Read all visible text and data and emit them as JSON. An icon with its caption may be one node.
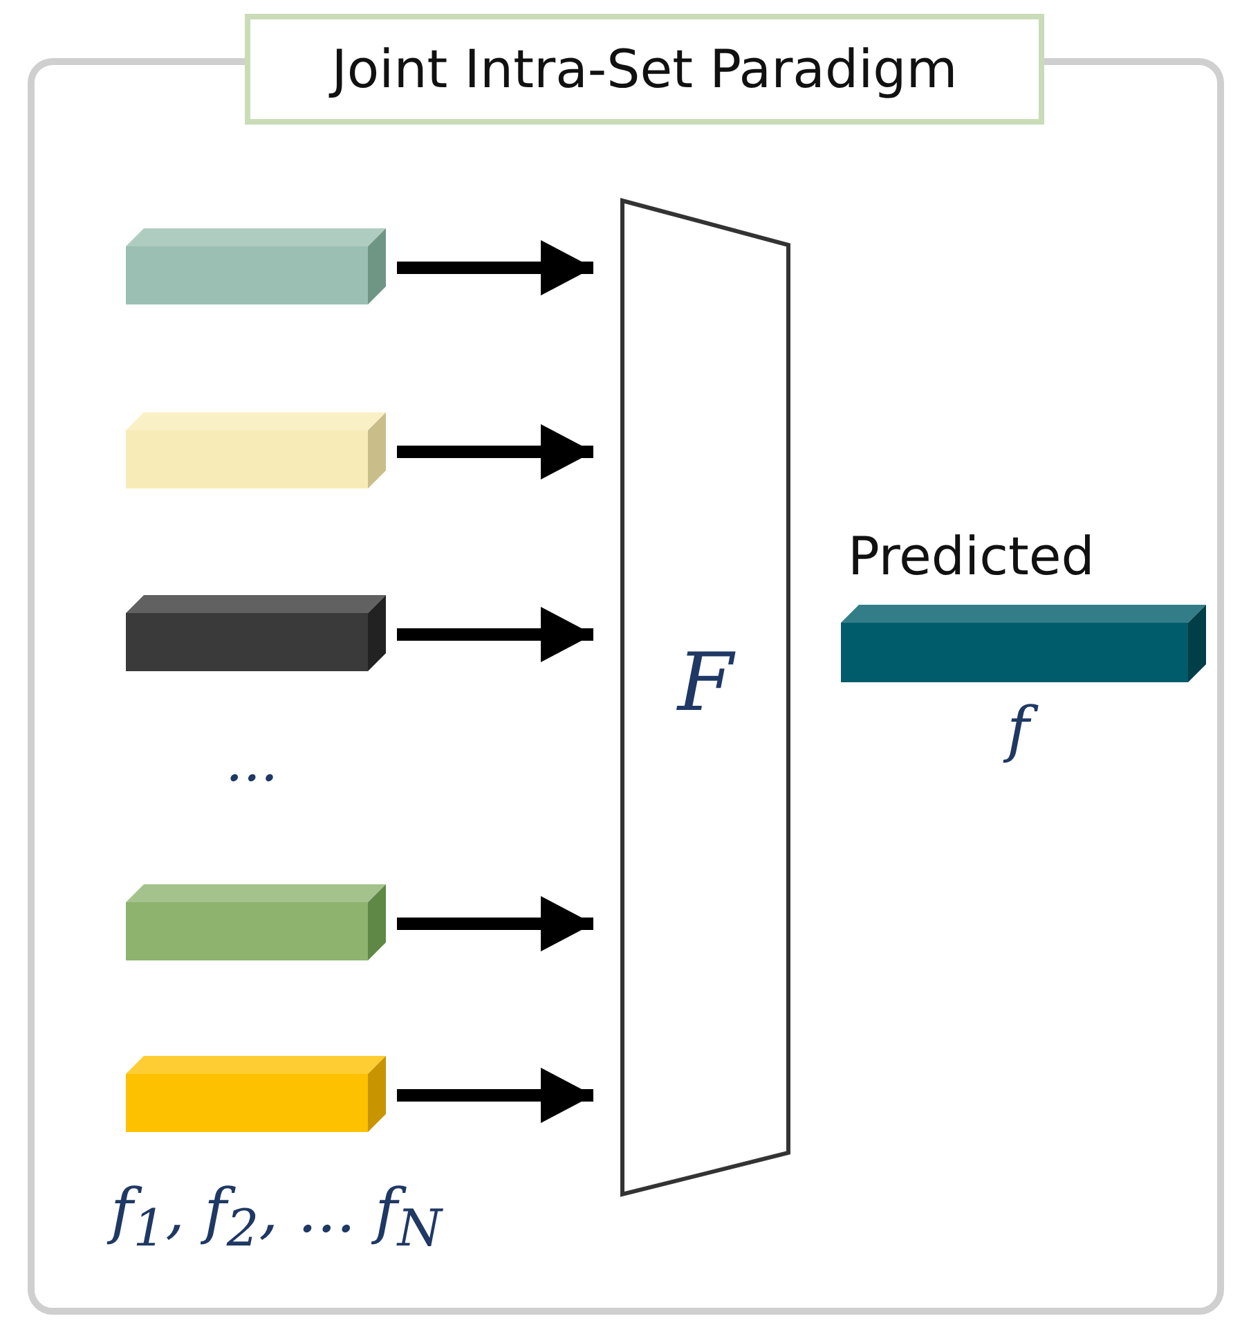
{
  "diagram": {
    "title": "Joint Intra-Set Paradigm",
    "nodes": [
      {
        "text": [],
        "shape": "box"
      },
      {
        "text": [],
        "shape": "bar",
        "in": 0
      },
      {
        "text": [],
        "shape": "bar",
        "in": 0
      },
      {
        "text": [],
        "shape": "bar",
        "in": 0
      },
      {
        "text": [],
        "shape": "bar",
        "in": 0
      },
      {
        "text": [],
        "shape": "bar",
        "in": 0
      },
      {
        "text": [
          "F"
        ],
        "in": 0
      },
      {
        "text": [],
        "shape": "bar",
        "in": 0,
        "beside": [
          "Predicted",
          "f"
        ]
      }
    ],
    "edges": [
      {
        "from": 1,
        "to": 6,
        "arrow": "to"
      },
      {
        "from": 2,
        "to": 6,
        "arrow": "to"
      },
      {
        "from": 3,
        "to": 6,
        "arrow": "to"
      },
      {
        "from": 4,
        "to": 6,
        "arrow": "to"
      },
      {
        "from": 5,
        "to": 6,
        "arrow": "to"
      }
    ],
    "labels": [
      "...",
      "f$_{1}$, f$_{2}$, ... f$_{N}$"
    ]
  }
}
